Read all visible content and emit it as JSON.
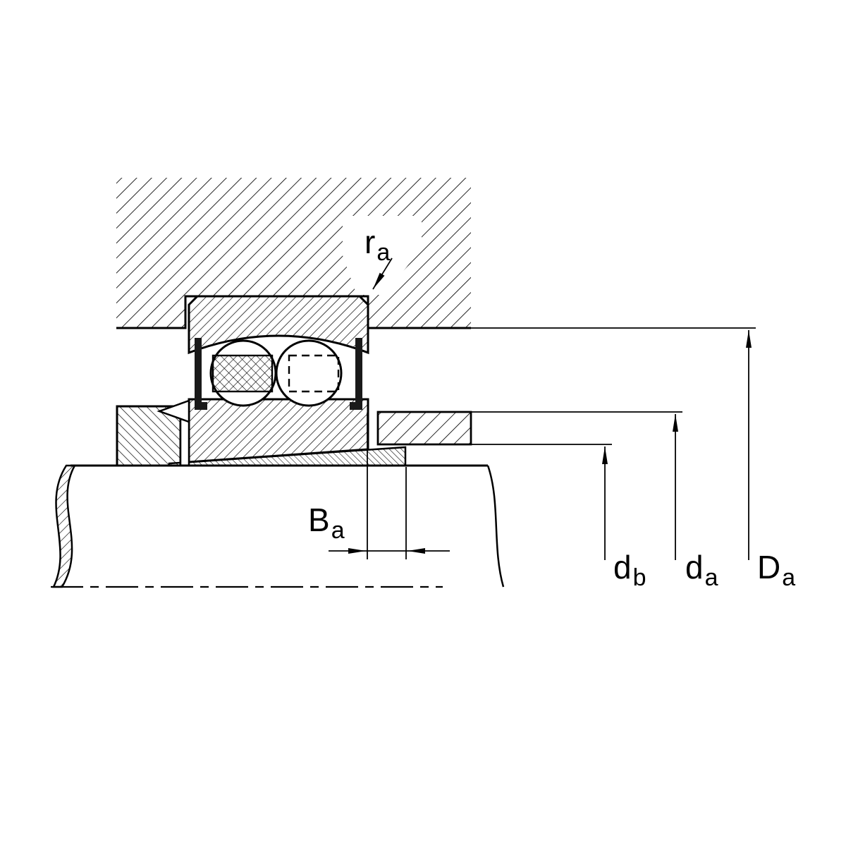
{
  "diagram": {
    "description_labels": {
      "ra": {
        "main": "r",
        "sub": "a"
      },
      "Ba": {
        "main": "B",
        "sub": "a"
      },
      "db": {
        "main": "d",
        "sub": "b"
      },
      "da": {
        "main": "d",
        "sub": "a"
      },
      "Da": {
        "main": "D",
        "sub": "a"
      }
    },
    "colors": {
      "line": "#000000",
      "background": "#ffffff"
    }
  }
}
